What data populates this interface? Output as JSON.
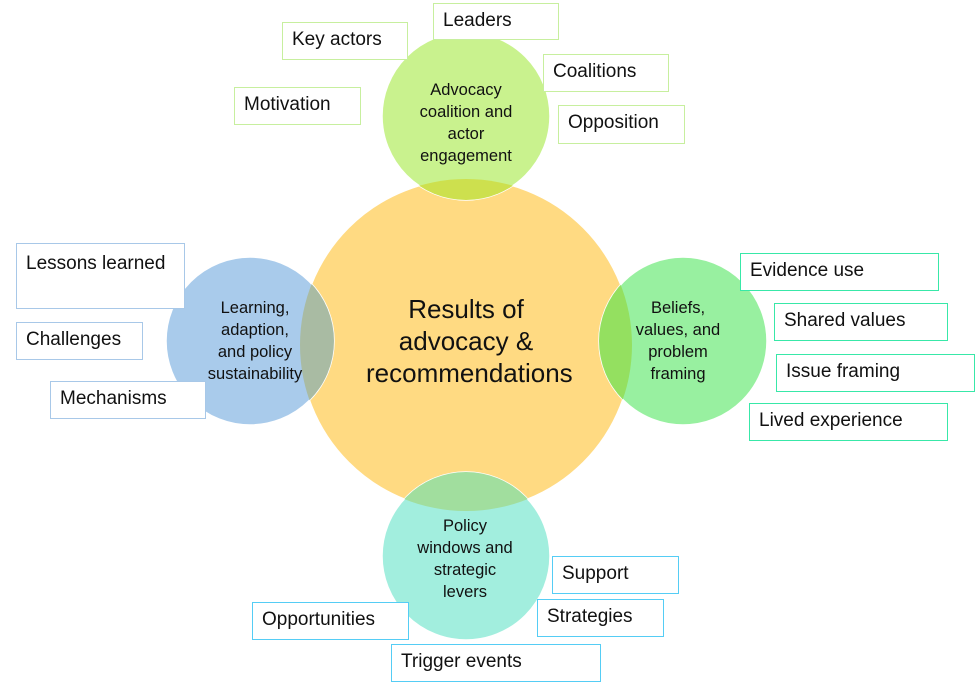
{
  "diagram": {
    "core": {
      "label_lines": [
        "Results of",
        "advocacy &",
        "recommendations"
      ],
      "color": "#FFDA82"
    },
    "satellites": [
      {
        "id": "top",
        "label_lines": [
          "Advocacy",
          "coalition and",
          "actor",
          "engagement"
        ],
        "color": "#C9F28E",
        "overlap_color": "#CDE04E",
        "box_border": "#C7EF9E",
        "items": [
          "Leaders",
          "Key actors",
          "Coalitions",
          "Motivation",
          "Opposition"
        ]
      },
      {
        "id": "left",
        "label_lines": [
          "Learning,",
          "adaption,",
          "and policy",
          "sustainability"
        ],
        "color": "#A9CBEB",
        "overlap_color": "#A9BBA3",
        "box_border": "#A8C8E8",
        "items": [
          "Lessons learned",
          "Challenges",
          "Mechanisms"
        ]
      },
      {
        "id": "right",
        "label_lines": [
          "Beliefs,",
          "values, and",
          "problem",
          "framing"
        ],
        "color": "#98F0A0",
        "overlap_color": "#94E060",
        "box_border": "#38E8A8",
        "items": [
          "Evidence use",
          "Shared values",
          "Issue framing",
          "Lived experience"
        ]
      },
      {
        "id": "bottom",
        "label_lines": [
          "Policy",
          "windows and",
          "strategic",
          "levers"
        ],
        "color": "#A2EEDE",
        "overlap_color": "#A1DE9E",
        "box_border": "#55CDF5",
        "items": [
          "Support",
          "Strategies",
          "Opportunities",
          "Trigger events"
        ]
      }
    ]
  }
}
